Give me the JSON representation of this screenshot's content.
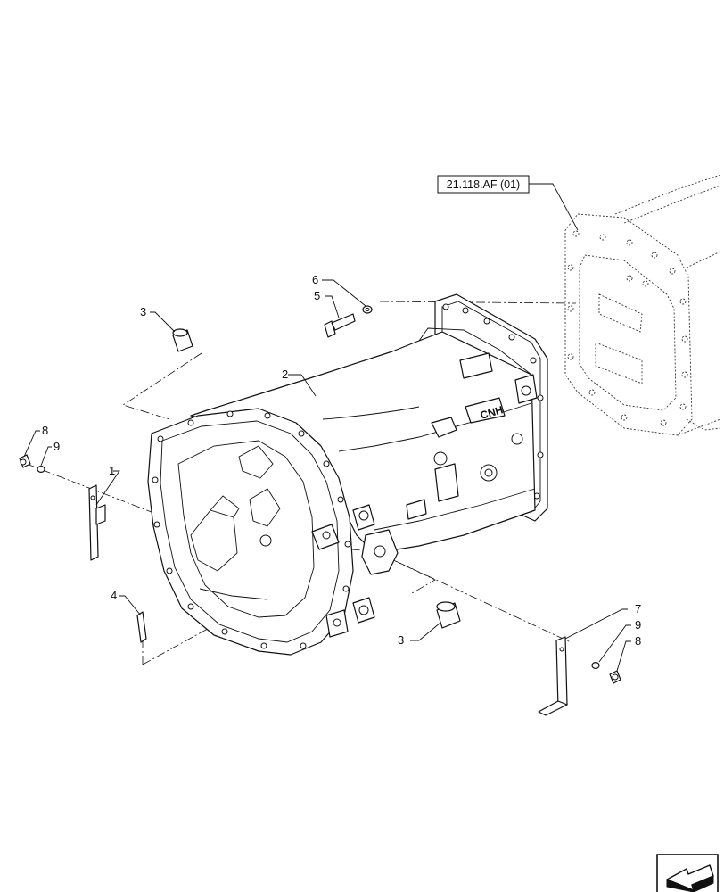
{
  "reference": {
    "label": "21.118.AF (01)"
  },
  "callouts": [
    "1",
    "2",
    "3",
    "3",
    "4",
    "5",
    "6",
    "7",
    "8",
    "9",
    "8",
    "9"
  ],
  "housing_marking": "CNH",
  "nav_icon": "arrow-nav-icon"
}
